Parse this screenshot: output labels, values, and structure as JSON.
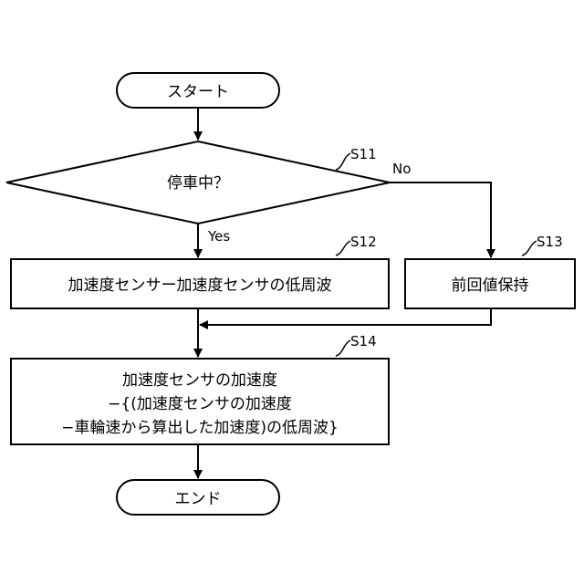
{
  "flowchart": {
    "start": {
      "label": "スタート"
    },
    "decision": {
      "label": "停車中？",
      "step": "S11",
      "yes_label": "Yes",
      "no_label": "No"
    },
    "process_s12": {
      "label": "加速度センサー加速度センサの低周波",
      "step": "S12"
    },
    "process_s13": {
      "label": "前回値保持",
      "step": "S13"
    },
    "process_s14": {
      "lines": [
        "加速度センサの加速度",
        "−{(加速度センサの加速度",
        "−車輪速から算出した加速度)の低周波}"
      ],
      "step": "S14"
    },
    "end": {
      "label": "エンド"
    }
  }
}
